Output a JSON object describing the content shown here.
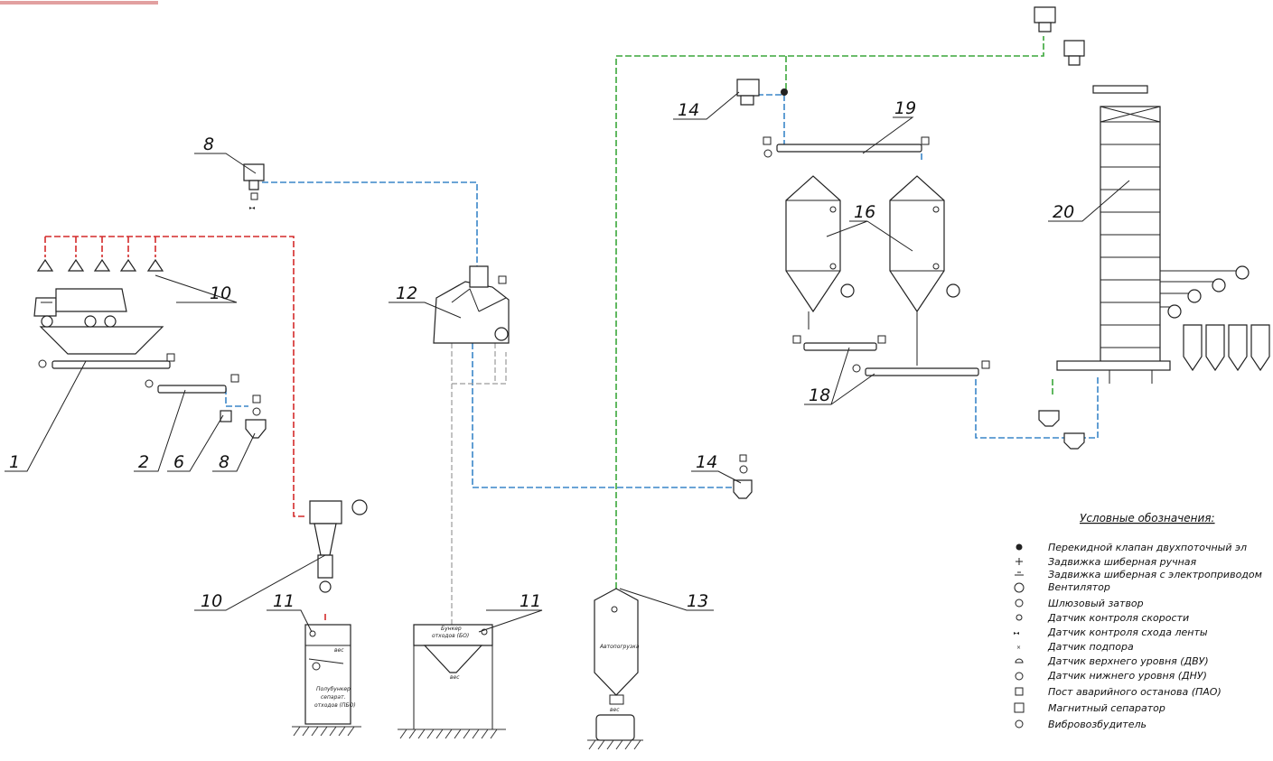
{
  "callouts": {
    "c1": "1",
    "c2": "2",
    "c6": "6",
    "c8a": "8",
    "c8b": "8",
    "c10a": "10",
    "c10b": "10",
    "c11a": "11",
    "c11b": "11",
    "c12": "12",
    "c13": "13",
    "c14a": "14",
    "c14b": "14",
    "c16": "16",
    "c18": "18",
    "c19": "19",
    "c20": "20"
  },
  "captions": {
    "bunker_sorted": [
      "Бункер",
      "отходов (БО)"
    ],
    "semi_bunker": [
      "Полубункер",
      "сепарат.",
      "отходов (ПБО)"
    ],
    "auto_loader": "Автопогрузка",
    "scale_label": "вес"
  },
  "legend": {
    "title": "Условные обозначения:",
    "items": [
      {
        "icon": "two-way-flap-valve-icon",
        "label": "Перекидной клапан двухпоточный эл"
      },
      {
        "icon": "manual-gate-valve-icon",
        "label": "Задвижка шиберная ручная"
      },
      {
        "icon": "electric-gate-valve-icon",
        "label": "Задвижка шиберная с электроприводом"
      },
      {
        "icon": "fan-icon",
        "label": "Вентилятор"
      },
      {
        "icon": "rotary-airlock-icon",
        "label": "Шлюзовый затвор"
      },
      {
        "icon": "speed-sensor-icon",
        "label": "Датчик контроля скорости"
      },
      {
        "icon": "belt-drift-sensor-icon",
        "label": "Датчик контроля схода ленты"
      },
      {
        "icon": "backup-sensor-icon",
        "label": "Датчик подпора"
      },
      {
        "icon": "upper-level-sensor-icon",
        "label": "Датчик верхнего уровня (ДВУ)"
      },
      {
        "icon": "lower-level-sensor-icon",
        "label": "Датчик нижнего уровня (ДНУ)"
      },
      {
        "icon": "emergency-stop-icon",
        "label": "Пост аварийного останова (ПАО)"
      },
      {
        "icon": "magnetic-separator-icon",
        "label": "Магнитный сепаратор"
      },
      {
        "icon": "vibro-motor-icon",
        "label": "Вибровозбудитель"
      }
    ]
  },
  "colors": {
    "red_line": "#d42a2a",
    "blue_line": "#3a86c8",
    "green_line": "#3aa63a",
    "grey_line": "#9a9a9a",
    "ink": "#222222"
  }
}
